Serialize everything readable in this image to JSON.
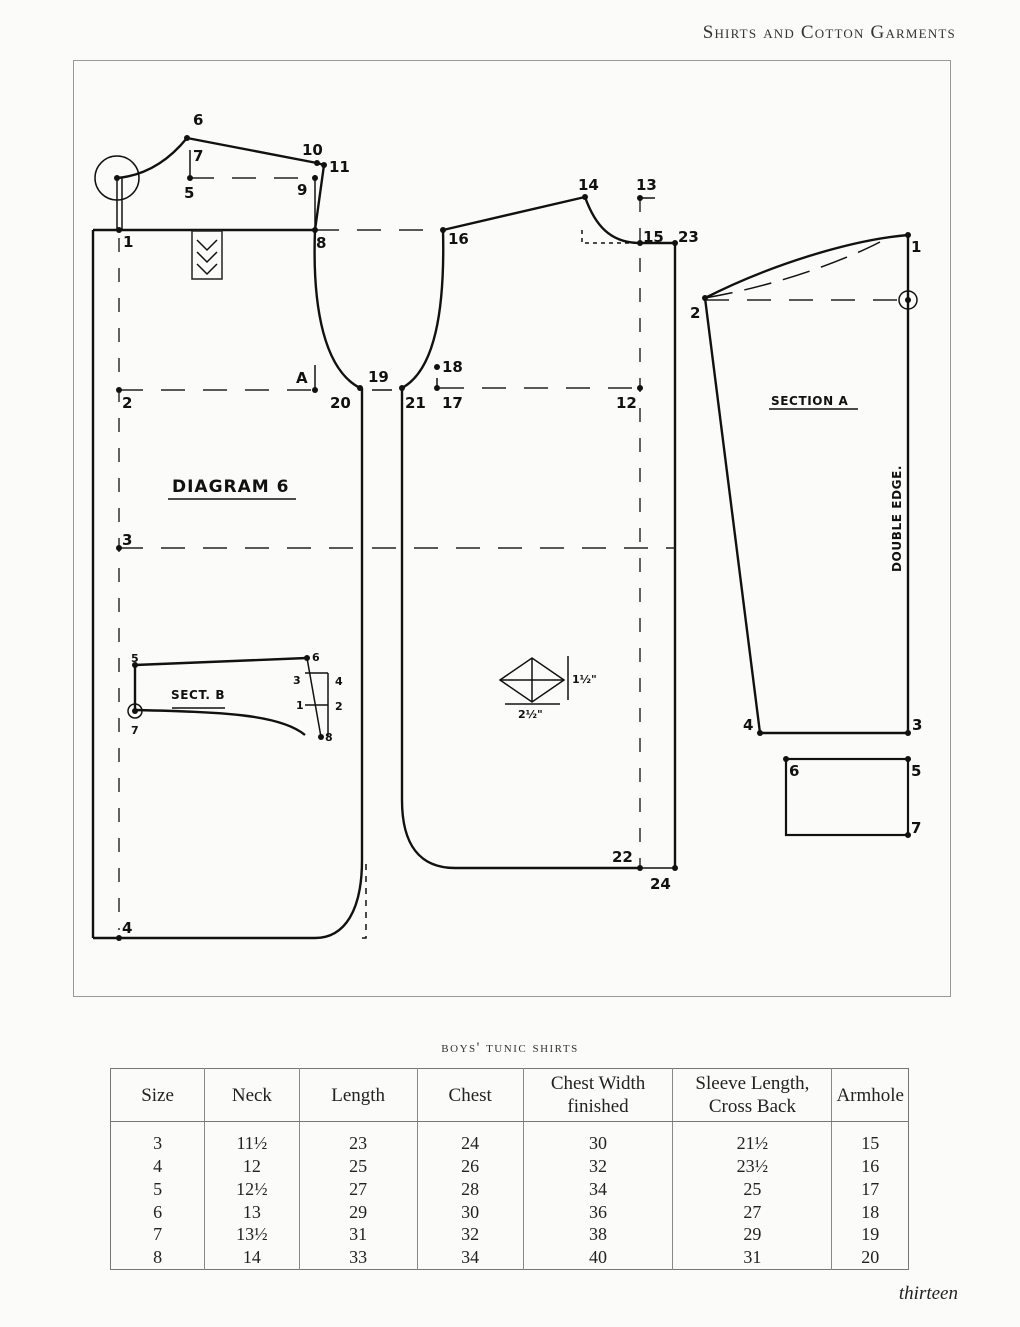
{
  "header": {
    "running_head": "Shirts and Cotton Garments"
  },
  "diagram": {
    "title": "DIAGRAM 6",
    "section_a": "SECTION A",
    "section_b": "SECT. B",
    "double_edge": "DOUBLE EDGE.",
    "gusset_h": "1½\"",
    "gusset_w": "2½\"",
    "points": {
      "p1": "1",
      "p2": "2",
      "p3": "3",
      "p4": "4",
      "p5": "5",
      "p6": "6",
      "p7": "7",
      "p8": "8",
      "p9": "9",
      "p10": "10",
      "p11": "11",
      "p12": "12",
      "p13": "13",
      "p14": "14",
      "p15": "15",
      "p16": "16",
      "p17": "17",
      "p18": "18",
      "p19": "19",
      "p20": "20",
      "p21": "21",
      "p22": "22",
      "p23": "23",
      "p24": "24",
      "pA": "A"
    }
  },
  "table": {
    "caption": "boys' tunic shirts",
    "headers": [
      "Size",
      "Neck",
      "Length",
      "Chest",
      "Chest Width finished",
      "Sleeve Length, Cross Back",
      "Armhole"
    ],
    "rows": [
      [
        "3",
        "11½",
        "23",
        "24",
        "30",
        "21½",
        "15"
      ],
      [
        "4",
        "12",
        "25",
        "26",
        "32",
        "23½",
        "16"
      ],
      [
        "5",
        "12½",
        "27",
        "28",
        "34",
        "25",
        "17"
      ],
      [
        "6",
        "13",
        "29",
        "30",
        "36",
        "27",
        "18"
      ],
      [
        "7",
        "13½",
        "31",
        "32",
        "38",
        "29",
        "19"
      ],
      [
        "8",
        "14",
        "33",
        "34",
        "40",
        "31",
        "20"
      ]
    ]
  },
  "footer": {
    "folio": "thirteen"
  }
}
